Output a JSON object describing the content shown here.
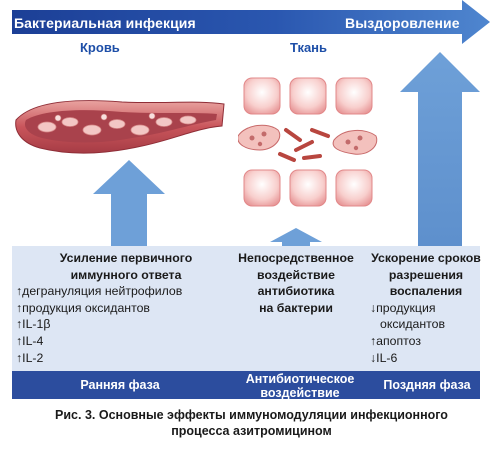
{
  "banner": {
    "left_label": "Бактериальная инфекция",
    "right_label": "Выздоровление"
  },
  "sections": {
    "blood": "Кровь",
    "tissue": "Ткань"
  },
  "columns": {
    "early": {
      "heading_line1": "Усиление первичного",
      "heading_line2": "иммунного ответа",
      "items": [
        "↑дегрануляция нейтрофилов",
        "↑продукция оксидантов",
        "↑IL-1β",
        "↑IL-4",
        "↑IL-2"
      ]
    },
    "direct": {
      "heading_line1": "Непосредственное",
      "heading_line2": "воздействие",
      "heading_line3": "антибиотика",
      "heading_line4": "на бактерии"
    },
    "late": {
      "heading_line1": "Ускорение сроков",
      "heading_line2": "разрешения",
      "heading_line3": "воспаления",
      "items": [
        "↓продукция",
        "оксидантов",
        "↑апоптоз",
        "↓IL-6"
      ]
    }
  },
  "phases": {
    "early": "Ранняя фаза",
    "antibiotic_line1": "Антибиотическое",
    "antibiotic_line2": "воздействие",
    "late": "Поздняя фаза"
  },
  "caption": {
    "line1": "Рис. 3. Основные эффекты иммуномодуляции инфекционного",
    "line2": "процесса азитромицином"
  },
  "colors": {
    "banner_dark": "#1c3f96",
    "banner_light": "#4f86cf",
    "panel": "#dde6f4",
    "phase_bar": "#2c4d9e",
    "arrow": "#6ea0d8",
    "vessel": "#b9474e",
    "tissue_cell": "#f1b4b2"
  }
}
